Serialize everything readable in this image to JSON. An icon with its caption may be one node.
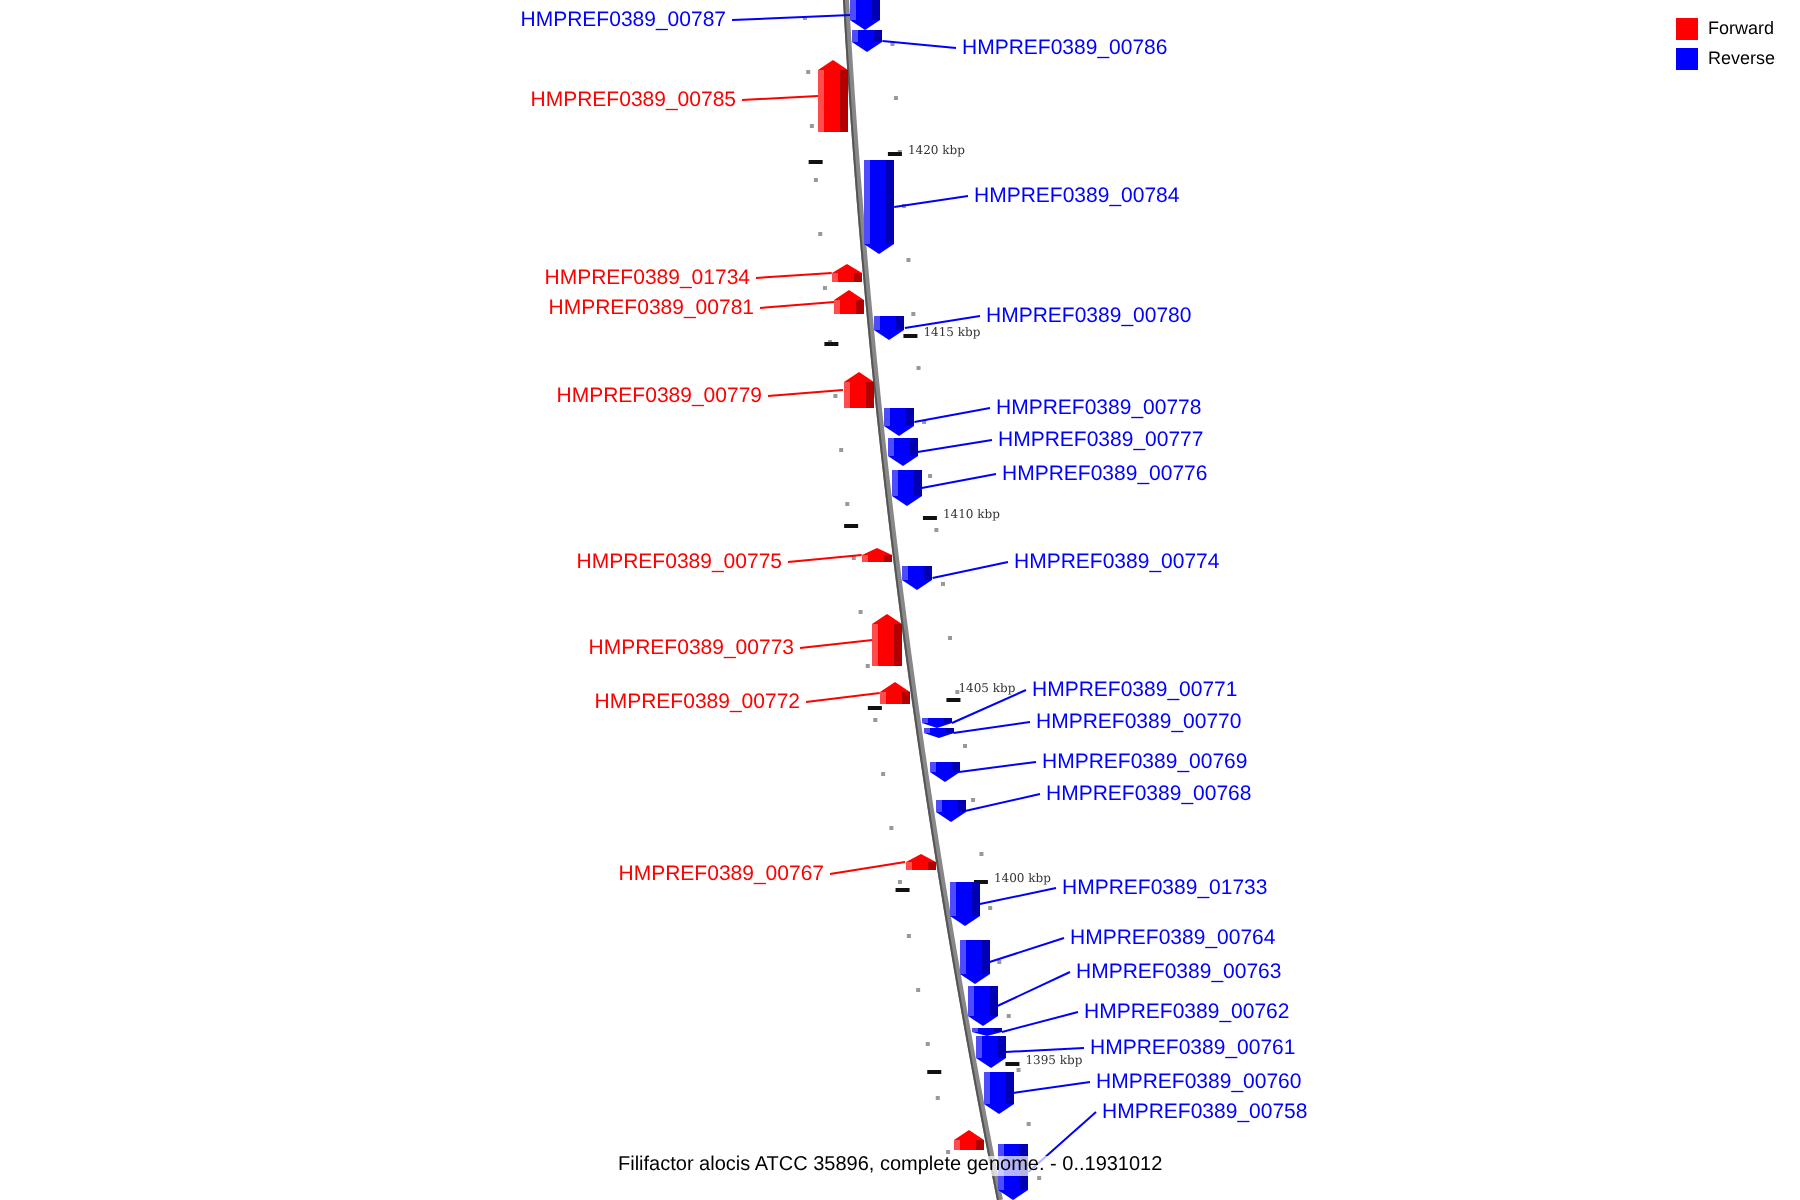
{
  "diagram": {
    "caption": "Filifactor alocis ATCC 35896, complete genome. - 0..1931012",
    "nodes": [
      {
        "text": [
          "HMPREF0389_00787"
        ]
      },
      {
        "text": [],
        "shape": "bar"
      },
      {
        "text": [
          "HMPREF0389_00786"
        ]
      },
      {
        "text": [],
        "shape": "bar"
      },
      {
        "text": [
          "HMPREF0389_00785"
        ]
      },
      {
        "text": [],
        "shape": "bar"
      },
      {
        "text": [
          "HMPREF0389_00784"
        ]
      },
      {
        "text": [],
        "shape": "bar"
      },
      {
        "text": [
          "HMPREF0389_01734"
        ]
      },
      {
        "text": [],
        "shape": "bar"
      },
      {
        "text": [
          "HMPREF0389_00781"
        ]
      },
      {
        "text": [],
        "shape": "bar"
      },
      {
        "text": [
          "HMPREF0389_00780"
        ]
      },
      {
        "text": [],
        "shape": "bar"
      },
      {
        "text": [
          "HMPREF0389_00779"
        ]
      },
      {
        "text": [],
        "shape": "bar"
      },
      {
        "text": [
          "HMPREF0389_00778"
        ]
      },
      {
        "text": [],
        "shape": "bar"
      },
      {
        "text": [
          "HMPREF0389_00777"
        ]
      },
      {
        "text": [],
        "shape": "bar"
      },
      {
        "text": [
          "HMPREF0389_00776"
        ]
      },
      {
        "text": [],
        "shape": "bar"
      },
      {
        "text": [
          "HMPREF0389_00775"
        ]
      },
      {
        "text": [],
        "shape": "bar"
      },
      {
        "text": [
          "HMPREF0389_00774"
        ]
      },
      {
        "text": [],
        "shape": "bar"
      },
      {
        "text": [
          "HMPREF0389_00773"
        ]
      },
      {
        "text": [],
        "shape": "bar"
      },
      {
        "text": [
          "HMPREF0389_00772"
        ]
      },
      {
        "text": [],
        "shape": "bar"
      },
      {
        "text": [
          "HMPREF0389_00771"
        ]
      },
      {
        "text": [],
        "shape": "bar"
      },
      {
        "text": [
          "HMPREF0389_00770"
        ]
      },
      {
        "text": [],
        "shape": "bar"
      },
      {
        "text": [
          "HMPREF0389_00769"
        ]
      },
      {
        "text": [],
        "shape": "bar"
      },
      {
        "text": [
          "HMPREF0389_00768"
        ]
      },
      {
        "text": [],
        "shape": "bar"
      },
      {
        "text": [
          "HMPREF0389_00767"
        ]
      },
      {
        "text": [],
        "shape": "bar"
      },
      {
        "text": [
          "HMPREF0389_01733"
        ]
      },
      {
        "text": [],
        "shape": "bar"
      },
      {
        "text": [
          "HMPREF0389_00764"
        ]
      },
      {
        "text": [],
        "shape": "bar"
      },
      {
        "text": [
          "HMPREF0389_00763"
        ]
      },
      {
        "text": [],
        "shape": "bar"
      },
      {
        "text": [
          "HMPREF0389_00762"
        ]
      },
      {
        "text": [],
        "shape": "bar"
      },
      {
        "text": [
          "HMPREF0389_00761"
        ]
      },
      {
        "text": [],
        "shape": "bar"
      },
      {
        "text": [
          "HMPREF0389_00760"
        ]
      },
      {
        "text": [],
        "shape": "bar"
      },
      {
        "text": [
          "HMPREF0389_00758"
        ]
      },
      {
        "text": [],
        "shape": "bar"
      },
      {
        "text": [],
        "shape": "bar"
      }
    ],
    "edges": [
      {
        "from": 0,
        "to": 1,
        "arrow": "none"
      },
      {
        "from": 2,
        "to": 3,
        "arrow": "none"
      },
      {
        "from": 4,
        "to": 5,
        "arrow": "none",
        "color": "#ff0000"
      },
      {
        "from": 6,
        "to": 7,
        "arrow": "none"
      },
      {
        "from": 8,
        "to": 9,
        "arrow": "none",
        "color": "#ff0000"
      },
      {
        "from": 10,
        "to": 11,
        "arrow": "none",
        "color": "#ff0000"
      },
      {
        "from": 12,
        "to": 13,
        "arrow": "none"
      },
      {
        "from": 14,
        "to": 15,
        "arrow": "none",
        "color": "#ff0000"
      },
      {
        "from": 16,
        "to": 17,
        "arrow": "none"
      },
      {
        "from": 18,
        "to": 19,
        "arrow": "none"
      },
      {
        "from": 20,
        "to": 21,
        "arrow": "none"
      },
      {
        "from": 22,
        "to": 23,
        "arrow": "none",
        "color": "#ff0000"
      },
      {
        "from": 24,
        "to": 25,
        "arrow": "none"
      },
      {
        "from": 26,
        "to": 27,
        "arrow": "none",
        "color": "#ff0000"
      },
      {
        "from": 28,
        "to": 29,
        "arrow": "none",
        "color": "#ff0000"
      },
      {
        "from": 30,
        "to": 31,
        "arrow": "none"
      },
      {
        "from": 32,
        "to": 33,
        "arrow": "none"
      },
      {
        "from": 34,
        "to": 35,
        "arrow": "none"
      },
      {
        "from": 36,
        "to": 37,
        "arrow": "none"
      },
      {
        "from": 38,
        "to": 39,
        "arrow": "none",
        "color": "#ff0000"
      },
      {
        "from": 40,
        "to": 41,
        "arrow": "none"
      },
      {
        "from": 42,
        "to": 43,
        "arrow": "none"
      },
      {
        "from": 44,
        "to": 45,
        "arrow": "none"
      },
      {
        "from": 46,
        "to": 47,
        "arrow": "none"
      },
      {
        "from": 48,
        "to": 49,
        "arrow": "none"
      },
      {
        "from": 50,
        "to": 51,
        "arrow": "none"
      },
      {
        "from": 52,
        "to": 53,
        "arrow": "none"
      }
    ],
    "labels": [
      "1420 kbp",
      "1415 kbp",
      "1410 kbp",
      "1405 kbp",
      "1400 kbp",
      "1395 kbp"
    ],
    "legend": [
      {
        "text": "Forward",
        "color": "#ff0000"
      },
      {
        "text": "Reverse",
        "color": "#0000ff"
      }
    ]
  }
}
